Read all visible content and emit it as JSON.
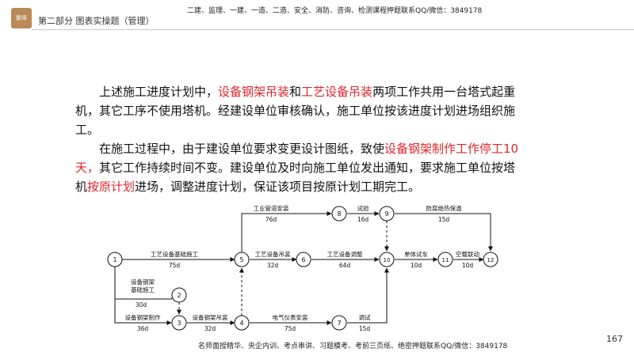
{
  "header": {
    "logo_text": "聚师",
    "section_title": "第二部分 图表实操题（管理）",
    "ad_text": "二建、监理、一建、一造、二造、安全、消防、咨询、检测课程押题联系QQ/微信：3849178"
  },
  "paragraph1": {
    "t1": "上述施工进度计划中，",
    "h1": "设备钢架吊装",
    "t2": "和",
    "h2": "工艺设备吊装",
    "t3": "两项工作共用一台塔式起重机，其它工序不使用塔机。经建设单位审核确认，施工单位按该进度计划进场组织施工。"
  },
  "paragraph2": {
    "t1": "在施工过程中，由于建设单位要求变更设计图纸，致使",
    "h1": "设备钢架制作工作停工10天，",
    "t2": "其它工作持续时间不变。建设单位及时向施工单位发出通知，要求施工单位按塔机",
    "h2": "按原计划",
    "t3": "进场，调整进度计划，保证该项目按原计划工期完工。"
  },
  "network": {
    "nodes": [
      "1",
      "2",
      "3",
      "4",
      "5",
      "6",
      "7",
      "8",
      "9",
      "10",
      "11",
      "12"
    ],
    "activities": [
      {
        "name": "工艺设备基础施工",
        "duration": "75d"
      },
      {
        "name": "工业管道安装",
        "duration": "76d"
      },
      {
        "name": "试验",
        "duration": "16d"
      },
      {
        "name": "防腐绝热保温",
        "duration": "15d"
      },
      {
        "name": "工艺设备吊装",
        "duration": "32d"
      },
      {
        "name": "工艺设备调整",
        "duration": "64d"
      },
      {
        "name": "单体试车",
        "duration": "10d"
      },
      {
        "name": "空载联动",
        "duration": "10d"
      },
      {
        "name": "设备钢架",
        "name2": "基础施工",
        "duration": "30d"
      },
      {
        "name": "设备钢架制作",
        "duration": "36d"
      },
      {
        "name": "设备钢架吊装",
        "duration": "32d"
      },
      {
        "name": "电气仪表安装",
        "duration": "75d"
      },
      {
        "name": "调试",
        "duration": "15d"
      }
    ]
  },
  "footer": {
    "page_number": "167",
    "ad_text": "名师面授精华、央企内训、考点串讲、习题模考、考前三页纸、绝密押题联系QQ/微信：3849178"
  }
}
